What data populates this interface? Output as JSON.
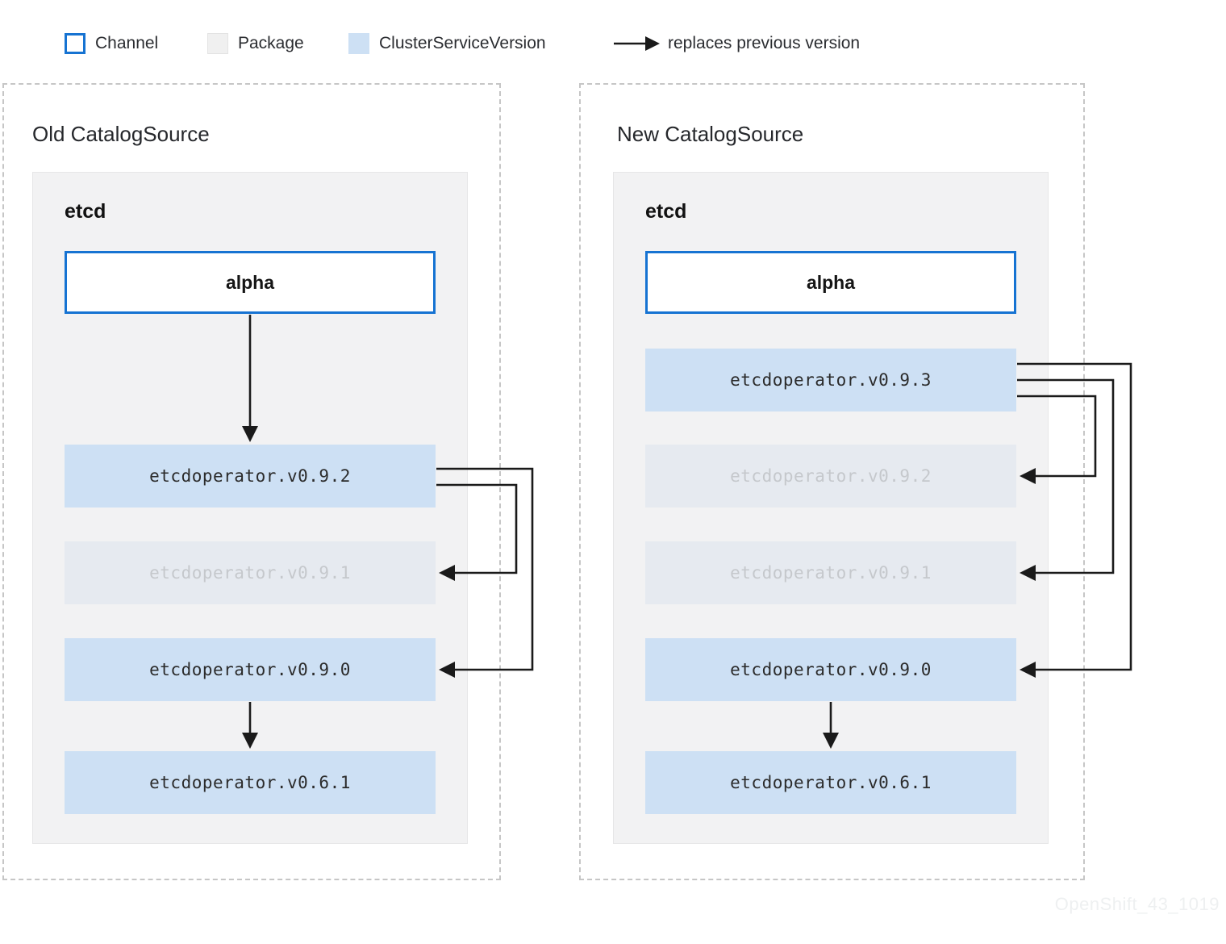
{
  "legend": {
    "channel_label": "Channel",
    "package_label": "Package",
    "csv_label": "ClusterServiceVersion",
    "arrow_label": "replaces previous version"
  },
  "colors": {
    "channel_border_blue": "#1673d2",
    "csv_fill_blue": "#cde0f4",
    "csv_faded_fill": "#e6eaf0",
    "csv_faded_text": "#c5c8cc",
    "package_fill": "#f2f2f3",
    "arrow_black": "#1a1a1a",
    "dashed_border": "#c6c6c6"
  },
  "panels": {
    "old": {
      "title": "Old CatalogSource",
      "package": "etcd",
      "channel": "alpha",
      "csvs": [
        {
          "label": "etcdoperator.v0.9.2",
          "state": "active"
        },
        {
          "label": "etcdoperator.v0.9.1",
          "state": "faded"
        },
        {
          "label": "etcdoperator.v0.9.0",
          "state": "active"
        },
        {
          "label": "etcdoperator.v0.6.1",
          "state": "active"
        }
      ]
    },
    "new": {
      "title": "New CatalogSource",
      "package": "etcd",
      "channel": "alpha",
      "csvs": [
        {
          "label": "etcdoperator.v0.9.3",
          "state": "active"
        },
        {
          "label": "etcdoperator.v0.9.2",
          "state": "faded"
        },
        {
          "label": "etcdoperator.v0.9.1",
          "state": "faded"
        },
        {
          "label": "etcdoperator.v0.9.0",
          "state": "active"
        },
        {
          "label": "etcdoperator.v0.6.1",
          "state": "active"
        }
      ]
    }
  },
  "watermark": "OpenShift_43_1019"
}
